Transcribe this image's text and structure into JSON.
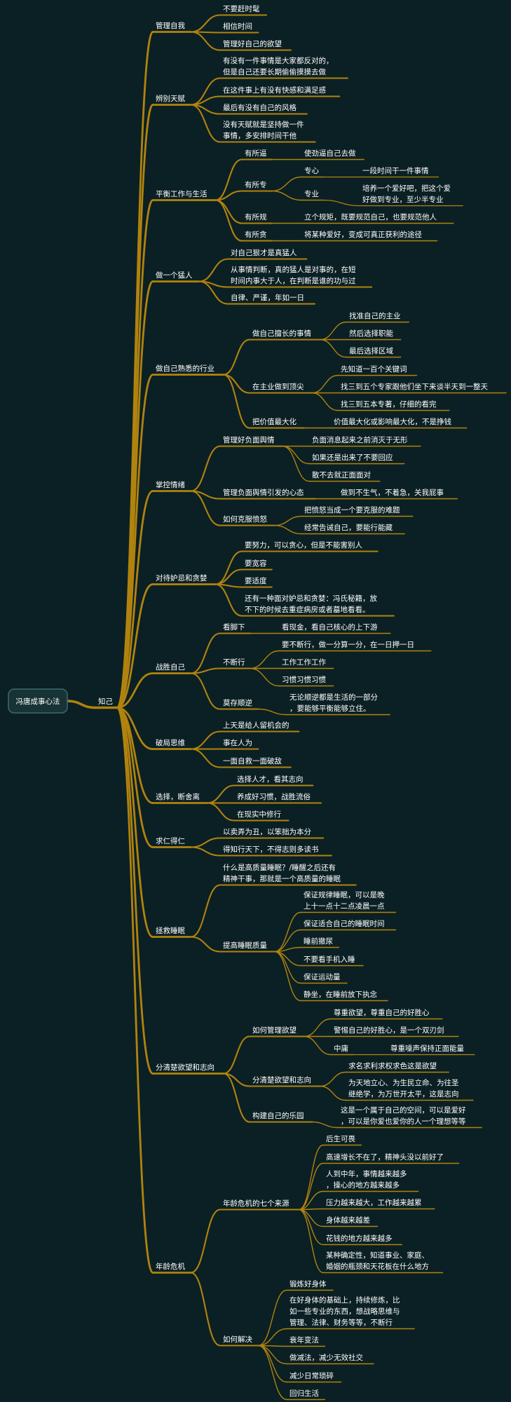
{
  "colors": {
    "background": "#0b2024",
    "branch": "#b1830e",
    "text": "#ffffff",
    "root_fill": "#173336",
    "root_border": "#3d6a6c"
  },
  "mindmap": {
    "text": "冯唐成事心法",
    "children": [
      {
        "text": "知己",
        "children": [
          {
            "text": "管理自我",
            "children": [
              {
                "text": "不要赶时髦"
              },
              {
                "text": "相信时间"
              },
              {
                "text": "管理好自己的欲望"
              }
            ]
          },
          {
            "text": "辨别天赋",
            "children": [
              {
                "text": "有没有一件事情是大家都反对的，但是自己还要长期偷偷摸摸去做"
              },
              {
                "text": "在这件事上有没有快感和满足感"
              },
              {
                "text": "最后有没有自己的风格"
              },
              {
                "text": "没有天赋就是坚持做一件事情，多安排时间干他"
              }
            ]
          },
          {
            "text": "平衡工作与生活",
            "children": [
              {
                "text": "有所逼",
                "children": [
                  {
                    "text": "使劲逼自己去做"
                  }
                ]
              },
              {
                "text": "有所专",
                "children": [
                  {
                    "text": "专心",
                    "children": [
                      {
                        "text": "一段时间干一件事情"
                      }
                    ]
                  },
                  {
                    "text": "专业",
                    "children": [
                      {
                        "text": "培养一个爱好吧，把这个爱好做到专业，至少半专业"
                      }
                    ]
                  }
                ]
              },
              {
                "text": "有所规",
                "children": [
                  {
                    "text": "立个规矩，既要规范自己，也要规范他人"
                  }
                ]
              },
              {
                "text": "有所贪",
                "children": [
                  {
                    "text": "将某种爱好，变成可真正获利的途径"
                  }
                ]
              }
            ]
          },
          {
            "text": "做一个猛人",
            "children": [
              {
                "text": "对自己狠才是真猛人"
              },
              {
                "text": "从事情判断，真的猛人是对事的，在短时间内事大于人，在判断是谁的功与过"
              },
              {
                "text": "自律、严谨，年如一日"
              }
            ]
          },
          {
            "text": "做自己熟悉的行业",
            "children": [
              {
                "text": "做自己擅长的事情",
                "children": [
                  {
                    "text": "找准自己的主业"
                  },
                  {
                    "text": "然后选择职能"
                  },
                  {
                    "text": "最后选择区域"
                  }
                ]
              },
              {
                "text": "在主业做到顶尖",
                "children": [
                  {
                    "text": "先知道一百个关键词"
                  },
                  {
                    "text": "找三到五个专家跟他们坐下来谈半天到一整天"
                  },
                  {
                    "text": "找三到五本专著，仔细的看完"
                  }
                ]
              },
              {
                "text": "把价值最大化",
                "children": [
                  {
                    "text": "价值最大化或影响最大化，不是挣钱"
                  }
                ]
              }
            ]
          },
          {
            "text": "掌控情绪",
            "children": [
              {
                "text": "管理好负面舆情",
                "children": [
                  {
                    "text": "负面消息起来之前消灭于无形"
                  },
                  {
                    "text": "如果还是出来了不要回应"
                  },
                  {
                    "text": "散不去就正面面对"
                  }
                ]
              },
              {
                "text": "管理负面舆情引发的心态",
                "children": [
                  {
                    "text": "做到不生气，不着急，关我屁事"
                  }
                ]
              },
              {
                "text": "如何克服愤怒",
                "children": [
                  {
                    "text": "把愤怒当成一个要克服的难题"
                  },
                  {
                    "text": "经常告诫自己，要能行能藏"
                  }
                ]
              }
            ]
          },
          {
            "text": "对待妒忌和贪婪",
            "children": [
              {
                "text": "要努力，可以贪心，但是不能害别人"
              },
              {
                "text": "要宽容"
              },
              {
                "text": "要适度"
              },
              {
                "text": "还有一种面对妒忌和贪婪：冯氏秘籍，放不下的时候去重症病房或者墓地看看。"
              }
            ]
          },
          {
            "text": "战胜自己",
            "children": [
              {
                "text": "看脚下",
                "children": [
                  {
                    "text": "看现金，看自己核心的上下游"
                  }
                ]
              },
              {
                "text": "不断行",
                "children": [
                  {
                    "text": "要不断行，做一分算一分，在一日押一日"
                  },
                  {
                    "text": "工作工作工作"
                  },
                  {
                    "text": "习惯习惯习惯"
                  }
                ]
              },
              {
                "text": "莫存顺逆",
                "children": [
                  {
                    "text": "无论顺逆都是生活的一部分，要能够平衡能够立住。"
                  }
                ]
              }
            ]
          },
          {
            "text": "破局思维",
            "children": [
              {
                "text": "上天是给人留机会的"
              },
              {
                "text": "事在人为"
              },
              {
                "text": "一面自救一面破敌"
              }
            ]
          },
          {
            "text": "选择，断舍离",
            "children": [
              {
                "text": "选择人才，看其志向"
              },
              {
                "text": "养成好习惯，战胜流俗"
              },
              {
                "text": "在现实中修行"
              }
            ]
          },
          {
            "text": "求仁得仁",
            "children": [
              {
                "text": "以卖弄为丑，以笨拙为本分"
              },
              {
                "text": "得知行天下，不得志则多读书"
              }
            ]
          },
          {
            "text": "拯救睡眠",
            "children": [
              {
                "text": "什么是高质量睡眠？/睡醒之后还有精神干事，那就是一个高质量的睡眠"
              },
              {
                "text": "提高睡眠质量",
                "children": [
                  {
                    "text": "保证规律睡眠，可以是晚上十一点十二点凌晨一点"
                  },
                  {
                    "text": "保证适合自己的睡眠时间"
                  },
                  {
                    "text": "睡前撤尿"
                  },
                  {
                    "text": "不要看手机入睡"
                  },
                  {
                    "text": "保证运动量"
                  },
                  {
                    "text": "静坐，在睡前放下执念"
                  }
                ]
              }
            ]
          },
          {
            "text": "分清楚欲望和志向",
            "children": [
              {
                "text": "如何管理欲望",
                "children": [
                  {
                    "text": "尊重欲望，尊重自己的好胜心"
                  },
                  {
                    "text": "警惕自己的好胜心，是一个双刃剑"
                  },
                  {
                    "text": "中庸",
                    "children": [
                      {
                        "text": "尊重噪声保持正面能量"
                      }
                    ]
                  }
                ]
              },
              {
                "text": "分清楚欲望和志向",
                "children": [
                  {
                    "text": "求名求利求权求色这是欲望"
                  },
                  {
                    "text": "为天地立心、为生民立命、为往圣继绝学，为万世开太平，这是志向"
                  }
                ]
              },
              {
                "text": "构建自己的乐园",
                "children": [
                  {
                    "text": "这是一个属于自己的空间，可以是爱好，可以是你爱也爱你的人一个理想等等"
                  }
                ]
              }
            ]
          },
          {
            "text": "年龄危机",
            "children": [
              {
                "text": "年龄危机的七个来源",
                "children": [
                  {
                    "text": "后生可畏"
                  },
                  {
                    "text": "高速增长不在了，精神头没以前好了"
                  },
                  {
                    "text": "人到中年，事情越来越多，操心的地方越来越多"
                  },
                  {
                    "text": "压力越来越大，工作越来越累"
                  },
                  {
                    "text": "身体越来越差"
                  },
                  {
                    "text": "花钱的地方越来越多"
                  },
                  {
                    "text": "某种确定性，知道事业、家庭、婚姻的瓶颈和天花板在什么地方"
                  }
                ]
              },
              {
                "text": "如何解决",
                "children": [
                  {
                    "text": "锻炼好身体"
                  },
                  {
                    "text": "在好身体的基础上，持续修炼，比如一些专业的东西，想战略思维与管理、法律、财务等等，不断行"
                  },
                  {
                    "text": "衰年变法"
                  },
                  {
                    "text": "做减法，减少无效社交"
                  },
                  {
                    "text": "减少日常琐碎"
                  },
                  {
                    "text": "回归生活"
                  }
                ]
              }
            ]
          }
        ]
      }
    ]
  }
}
